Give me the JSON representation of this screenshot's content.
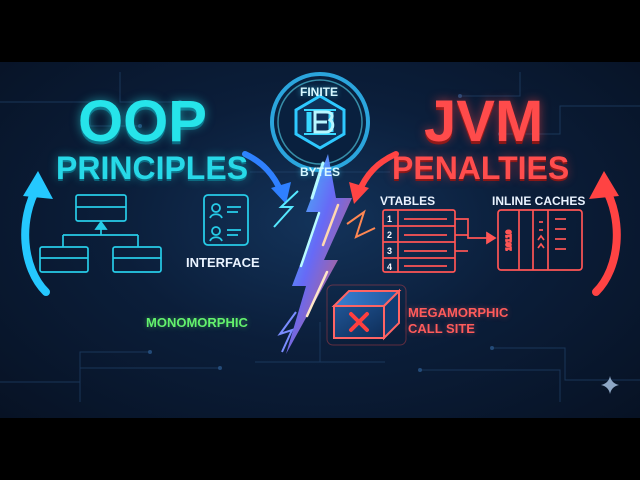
{
  "left_title": {
    "line1": "OOP",
    "line2": "PRINCIPLES"
  },
  "right_title": {
    "line1": "JVM",
    "line2": "PENALTIES"
  },
  "logo": {
    "top_text": "FINITE",
    "bottom_text": "BYTES"
  },
  "labels": {
    "interface": "INTERFACE",
    "monomorphic": "MONOMORPHIC",
    "megamorphic_line1": "MEGAMORPHIC",
    "megamorphic_line2": "CALL SITE",
    "vtables": "VTABLES",
    "inline_caches": "INLINE CACHES"
  },
  "vtable_rows": [
    "1",
    "2",
    "3",
    "4"
  ],
  "colors": {
    "cyan": "#26e4ea",
    "red": "#ff4b4b",
    "green": "#63f26d",
    "navy": "#0b1e3a"
  },
  "icons": {
    "left_arrow": "curved-arrow-icon",
    "right_arrow": "curved-arrow-icon",
    "interface": "interface-card-icon",
    "vtable": "table-icon",
    "cache": "cache-icon",
    "megamorphic": "cube-error-icon",
    "corner": "sparkle-icon"
  }
}
